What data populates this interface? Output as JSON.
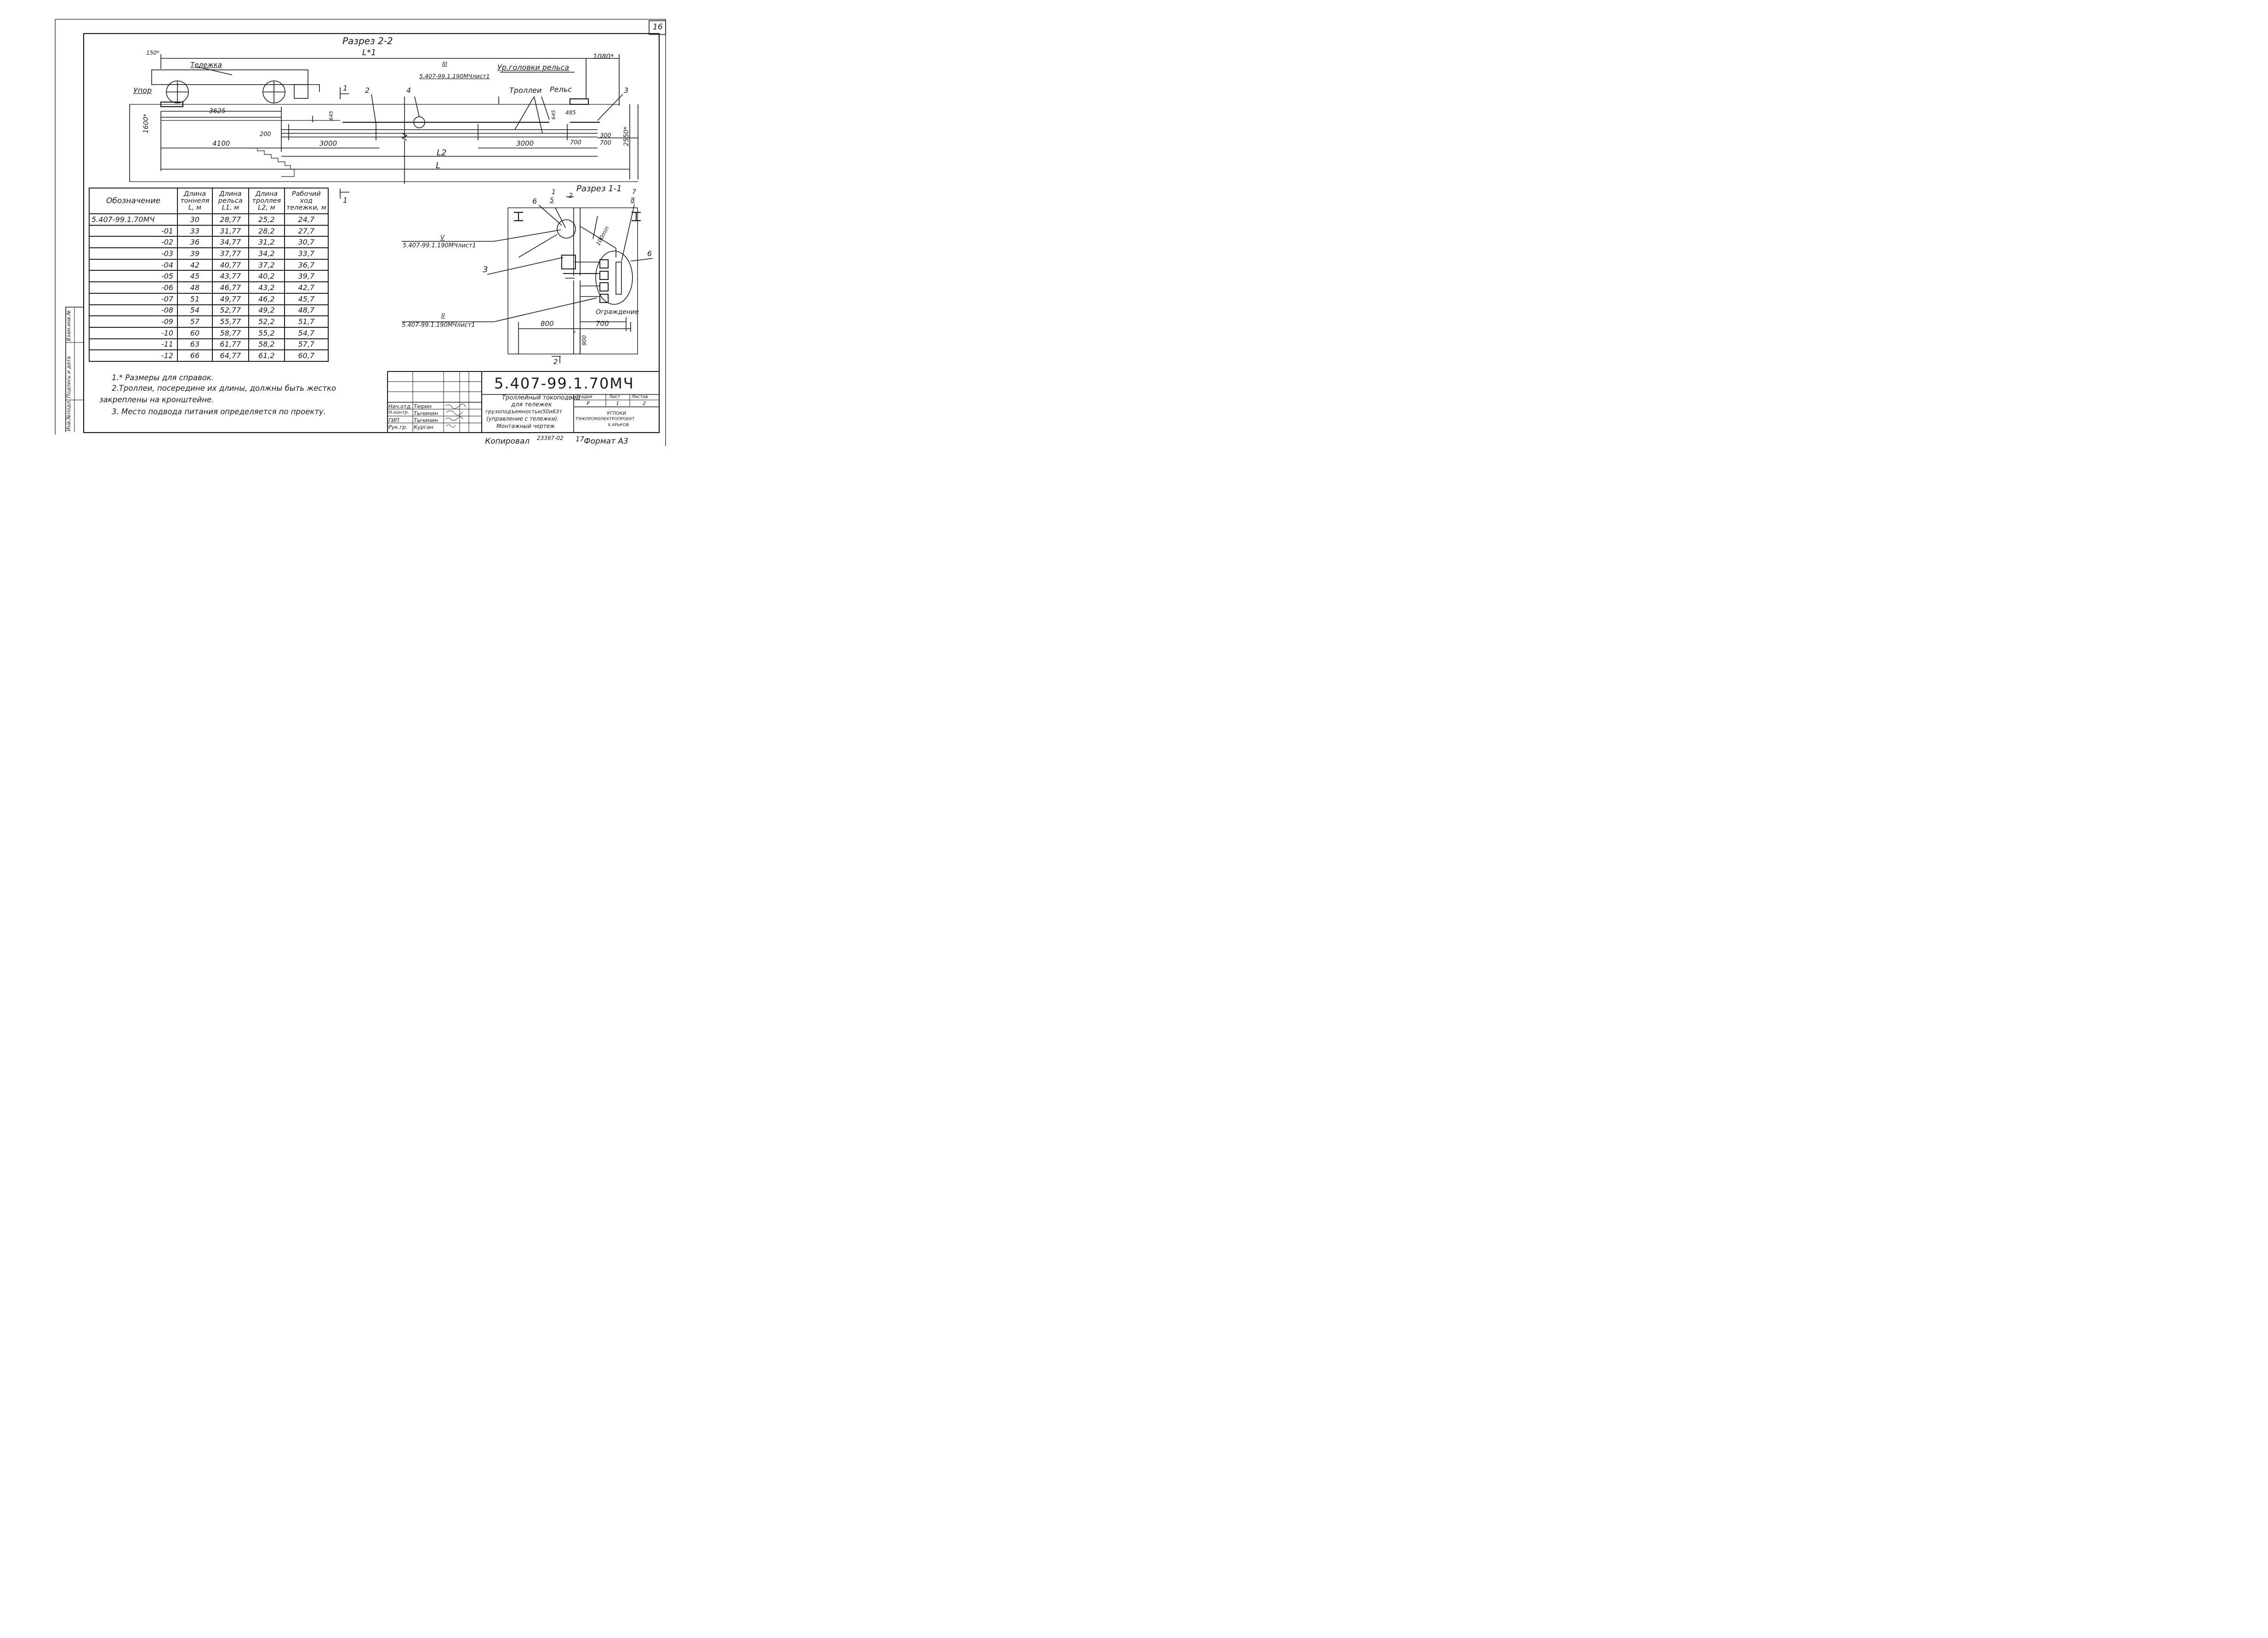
{
  "sheet": {
    "page_number": "16",
    "bottom_caption_left": "Копировал",
    "bottom_caption_code": "23397-02",
    "bottom_caption_num": "17",
    "bottom_caption_format": "Формат А3"
  },
  "section_2_2": {
    "title": "Разрез 2-2",
    "labels": {
      "cart": "Тележка",
      "stop": "Упор",
      "rail_head_level": "Ур.головки рельса",
      "trolleys": "Троллеи",
      "rail": "Рельс",
      "ref_roman": "III",
      "ref_doc": "5.407-99.1.190МЧлист1",
      "callout_1": "1",
      "callout_2": "2",
      "callout_3": "3",
      "callout_4": "4",
      "L1": "L*1",
      "L2": "L2",
      "L": "L"
    },
    "dims": {
      "d150": "150*",
      "d1080": "1080*",
      "d3625": "3625",
      "d645a": "645",
      "d645b": "645",
      "d485": "485",
      "d1600": "1600*",
      "d2550": "2550*",
      "d4100": "4100",
      "d200": "200",
      "d3000a": "3000",
      "d3000b": "3000",
      "d700a": "700",
      "d700b": "700",
      "d300": "300"
    }
  },
  "section_1_1": {
    "title": "Разрез 1-1",
    "labels": {
      "c6a": "6",
      "c1": "1",
      "c5": "5",
      "c2": "2",
      "c7": "7",
      "c8": "8",
      "c6b": "6",
      "c3": "3",
      "d100min": "100min",
      "ref_V": "V",
      "ref_V_doc": "5.407-99.1.190МЧлист1",
      "ref_II": "II",
      "ref_II_doc": "5.407-99.1.190МЧлист1",
      "fence": "Ограждение",
      "d800": "800",
      "d700": "700",
      "d900": "900",
      "cut2": "2"
    }
  },
  "table": {
    "headers": [
      "Обозначение",
      "Длина тоннеля L, м",
      "Длина рельса L1, м",
      "Длина троллея L2, м",
      "Рабочий ход тележки, м"
    ],
    "rows": [
      [
        "5.407-99.1.70МЧ",
        "30",
        "28,77",
        "25,2",
        "24,7"
      ],
      [
        "-01",
        "33",
        "31,77",
        "28,2",
        "27,7"
      ],
      [
        "-02",
        "36",
        "34,77",
        "31,2",
        "30,7"
      ],
      [
        "-03",
        "39",
        "37,77",
        "34,2",
        "33,7"
      ],
      [
        "-04",
        "42",
        "40,77",
        "37,2",
        "36,7"
      ],
      [
        "-05",
        "45",
        "43,77",
        "40,2",
        "39,7"
      ],
      [
        "-06",
        "48",
        "46,77",
        "43,2",
        "42,7"
      ],
      [
        "-07",
        "51",
        "49,77",
        "46,2",
        "45,7"
      ],
      [
        "-08",
        "54",
        "52,77",
        "49,2",
        "48,7"
      ],
      [
        "-09",
        "57",
        "55,77",
        "52,2",
        "51,7"
      ],
      [
        "-10",
        "60",
        "58,77",
        "55,2",
        "54,7"
      ],
      [
        "-11",
        "63",
        "61,77",
        "58,2",
        "57,7"
      ],
      [
        "-12",
        "66",
        "64,77",
        "61,2",
        "60,7"
      ]
    ]
  },
  "notes": [
    "1.* Размеры для справок.",
    "2.Троллеи, посередине их длины, должны быть жестко",
    "закреплены на кронштейне.",
    "3. Место подвода питания определяется по проекту."
  ],
  "title_block": {
    "designation": "5.407-99.1.70МЧ",
    "title_lines": [
      "Троллейный токоподвод",
      "для тележек",
      "грузоподъемностью50и63т",
      "(управление с тележки).",
      "Монтажный чертеж"
    ],
    "stage_header": "Стадия",
    "sheet_header": "Лист",
    "sheets_header": "Листов",
    "stage": "Р",
    "sheet": "1",
    "sheets": "2",
    "org_lines": [
      "УГПОКИ",
      "ТЯЖПРОМЭЛЕКТРОПРОЕКТ",
      "Х.АРЬКОВ"
    ],
    "people": [
      [
        "Нач.отд.",
        "Тюрин"
      ],
      [
        "Н.контр.",
        "Тычинин"
      ],
      [
        "ГИП",
        "Тычинин"
      ],
      [
        "Рук.гр.",
        "Курган"
      ]
    ]
  },
  "side_stamp": [
    "Инв.№подл.",
    "Подпись и дата",
    "Взам.инв.№"
  ]
}
